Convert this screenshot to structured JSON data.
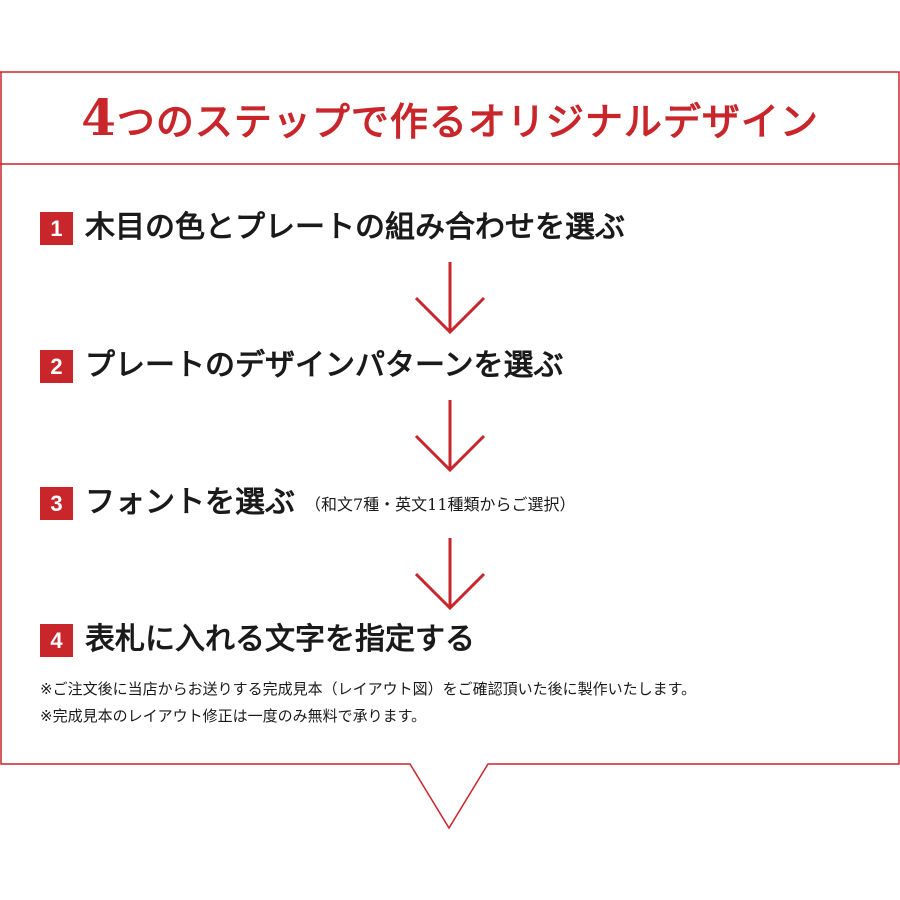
{
  "colors": {
    "accent": "#c8262b",
    "text": "#1a1a1a",
    "border": "#c8262b"
  },
  "title": {
    "number": "4",
    "text": "つのステップで作るオリジナルデザイン"
  },
  "steps": [
    {
      "number": "1",
      "label": "木目の色とプレートの組み合わせを選ぶ",
      "note": ""
    },
    {
      "number": "2",
      "label": "プレートのデザインパターンを選ぶ",
      "note": ""
    },
    {
      "number": "3",
      "label": "フォントを選ぶ",
      "note": "（和文7種・英文11種類からご選択）"
    },
    {
      "number": "4",
      "label": "表札に入れる文字を指定する",
      "note": ""
    }
  ],
  "arrow_icon": "down-arrow-icon",
  "notes": [
    "※ご注文後に当店からお送りする完成見本（レイアウト図）をご確認頂いた後に製作いたします。",
    "※完成見本のレイアウト修正は一度のみ無料で承ります。"
  ]
}
